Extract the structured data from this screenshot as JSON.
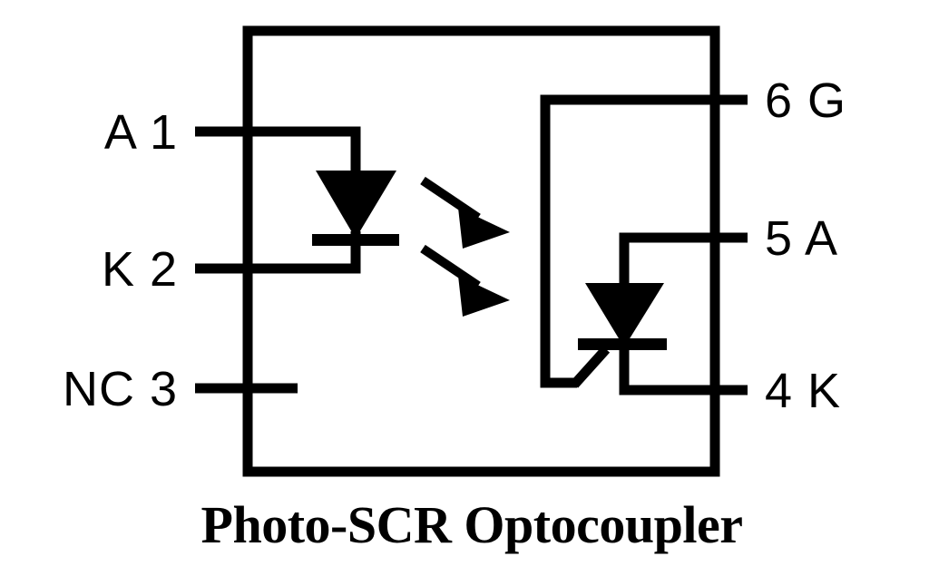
{
  "diagram": {
    "title": "Photo-SCR Optocoupler",
    "caption": "Photo-SCR Optocoupler",
    "package_outline": "rectangle",
    "colors": {
      "line": "#000000",
      "background": "#ffffff"
    },
    "pins": {
      "left": [
        {
          "number": "1",
          "name": "A",
          "label": "A 1",
          "function": "led-anode"
        },
        {
          "number": "2",
          "name": "K",
          "label": "K 2",
          "function": "led-cathode"
        },
        {
          "number": "3",
          "name": "NC",
          "label": "NC 3",
          "function": "no-connect"
        }
      ],
      "right": [
        {
          "number": "6",
          "name": "G",
          "label": "6 G",
          "function": "scr-gate"
        },
        {
          "number": "5",
          "name": "A",
          "label": "5 A",
          "function": "scr-anode"
        },
        {
          "number": "4",
          "name": "K",
          "label": "4 K",
          "function": "scr-cathode"
        }
      ]
    },
    "components": [
      {
        "id": "led",
        "type": "light-emitting-diode",
        "side": "input"
      },
      {
        "id": "scr",
        "type": "photo-scr-thyristor",
        "side": "output"
      },
      {
        "id": "light",
        "type": "optical-coupling-arrows",
        "count": 2
      }
    ]
  }
}
